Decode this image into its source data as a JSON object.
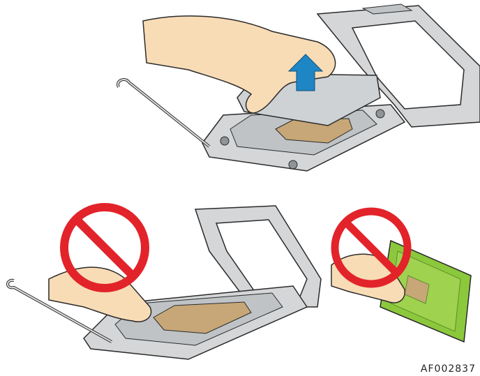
{
  "figure": {
    "id_label": "AF002837"
  },
  "panels": [
    {
      "name": "lift-cover",
      "icon": "arrow-up-icon"
    },
    {
      "name": "no-touch-socket-pins",
      "icon": "prohibited-icon"
    },
    {
      "name": "no-touch-processor-pins",
      "icon": "prohibited-icon"
    }
  ],
  "colors": {
    "skin": "#f8dcb6",
    "skin_shadow": "#e8bf94",
    "metal": "#d4d6d8",
    "metal_dark": "#8f9498",
    "pins": "#c7a777",
    "arrow": "#1f86c6",
    "prohibited": "#e2232a",
    "cpu_green": "#8cc83c",
    "outline": "#2a2a2a"
  }
}
